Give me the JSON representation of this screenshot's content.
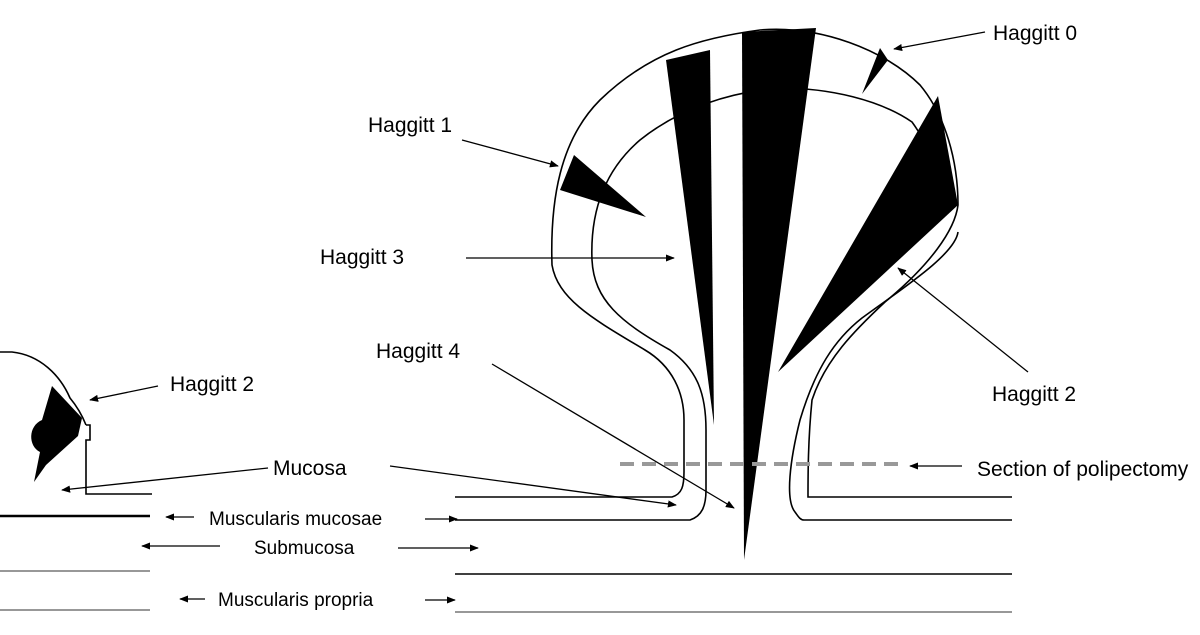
{
  "labels": {
    "haggitt_0": "Haggitt 0",
    "haggitt_1": "Haggitt 1",
    "haggitt_2_left": "Haggitt 2",
    "haggitt_2_right": "Haggitt 2",
    "haggitt_3": "Haggitt 3",
    "haggitt_4": "Haggitt 4",
    "mucosa": "Mucosa",
    "muscularis_mucosae": "Muscularis mucosae",
    "submucosa": "Submucosa",
    "muscularis_propria": "Muscularis propria",
    "section": "Section of polipectomy"
  },
  "colors": {
    "ink": "#000000",
    "section_line": "#999999",
    "layer_gray": "#777777",
    "background": "#ffffff"
  }
}
